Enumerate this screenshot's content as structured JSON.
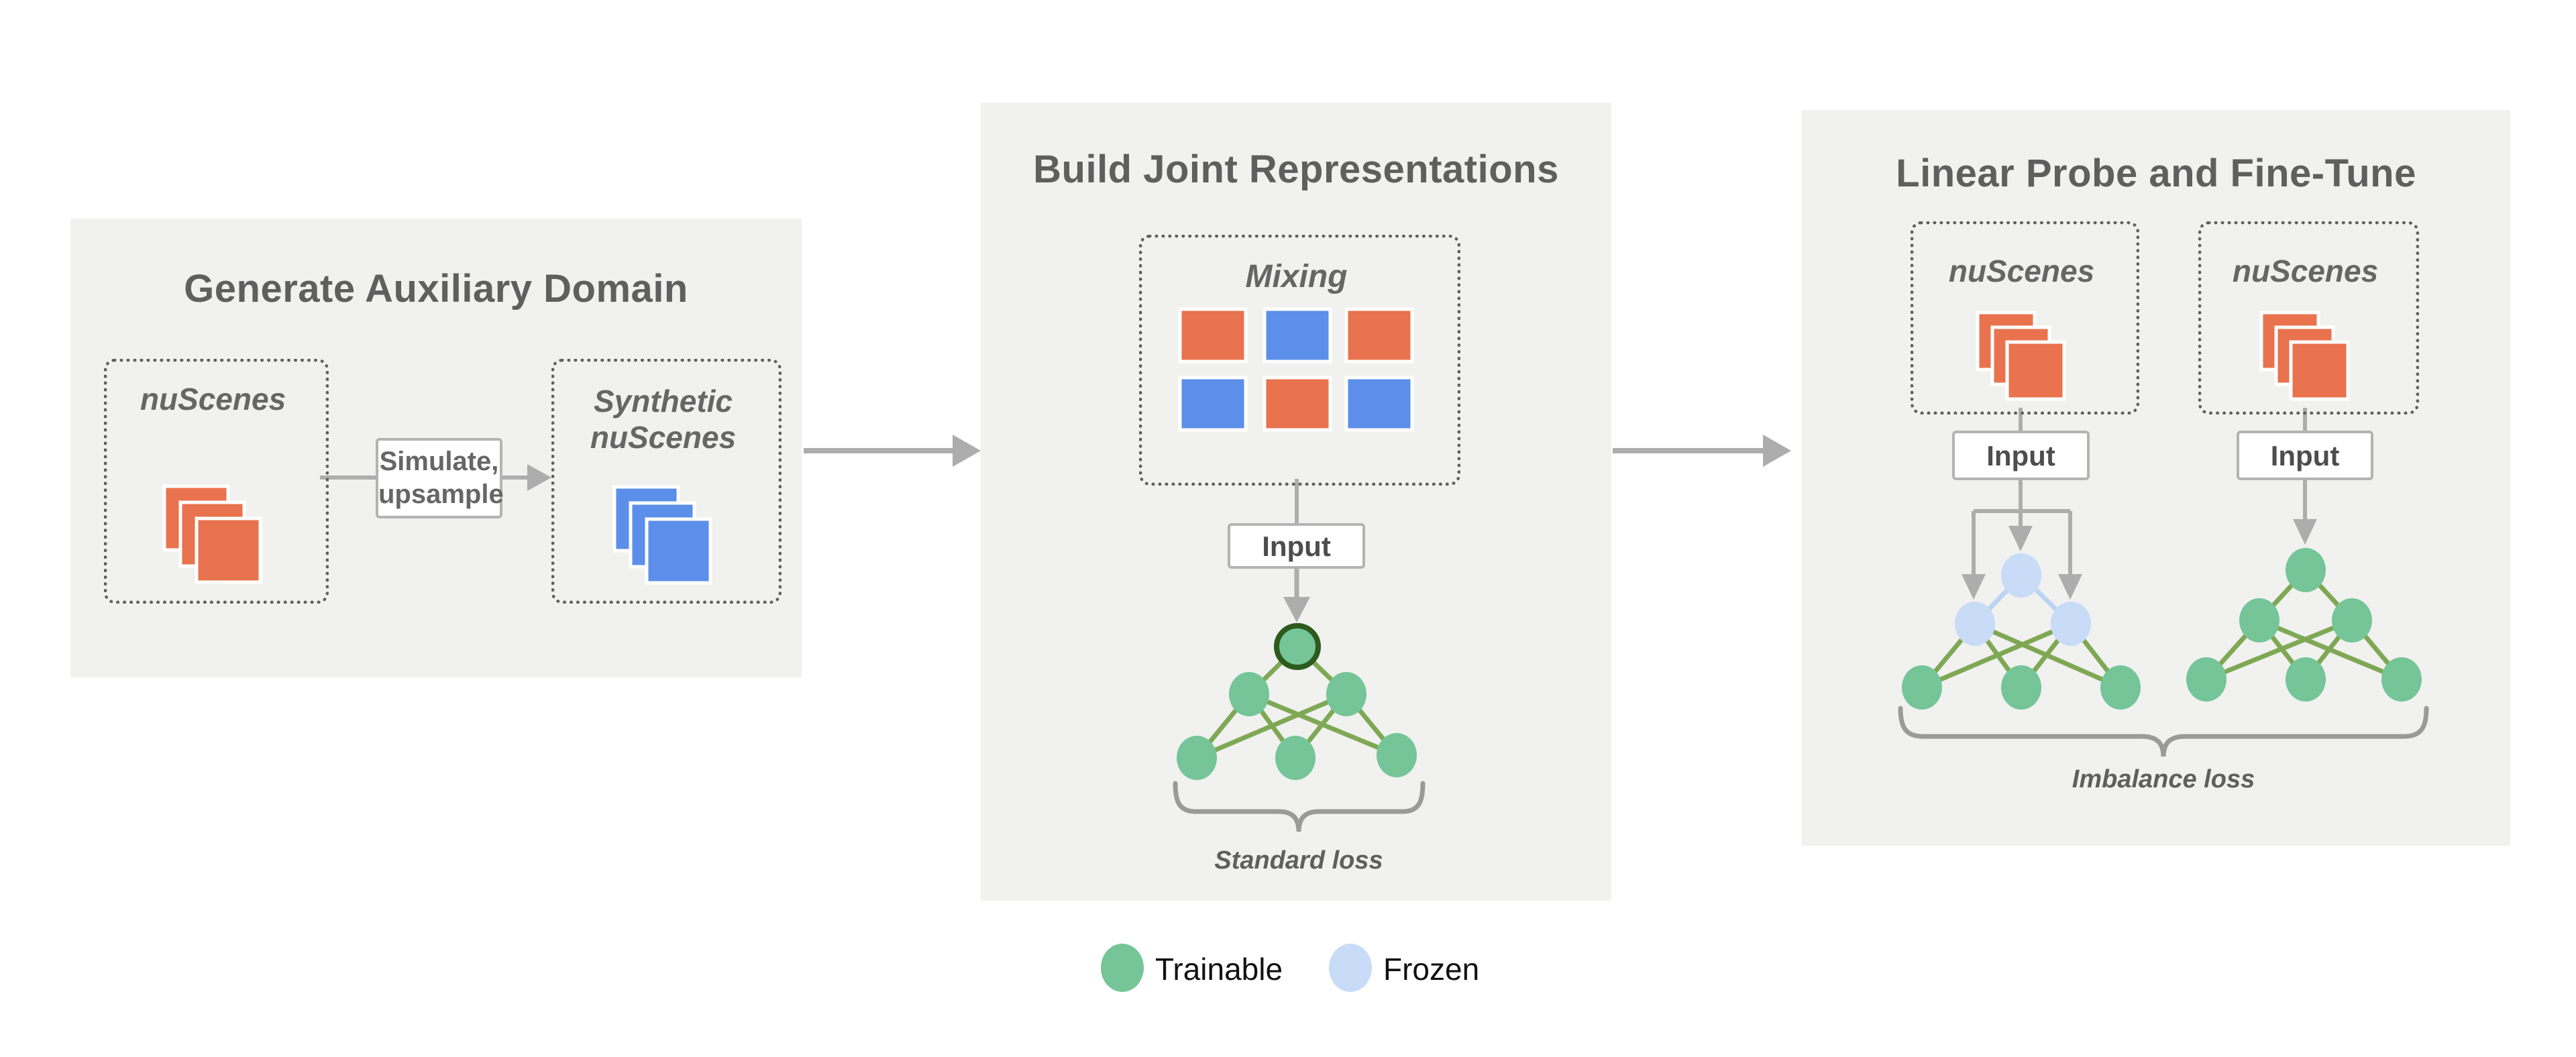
{
  "colors": {
    "orange": "#E8734E",
    "blue": "#5B8FE9",
    "green": "#75C598",
    "ring-green": "#2E5A1E",
    "frozen-blue": "#C8DBF7",
    "edge-green": "#7FA855",
    "edge-frozen": "#BCD4F2",
    "arrow-gray": "#ADADAD",
    "panel-bg": "#F1F1F0",
    "title-gray": "#5F5F5F",
    "label-gray": "#666666",
    "input-gray": "#4D4D4D",
    "brace-gray": "#9A9A9A",
    "text-black": "#111111",
    "box-border": "#B3B3B3",
    "dot-border": "#5F5F5F"
  },
  "panel1": {
    "title": "Generate Auxiliary Domain",
    "source_box": {
      "label": "nuScenes"
    },
    "transform_box": {
      "line1": "Simulate,",
      "line2": "upsample"
    },
    "target_box": {
      "line1": "Synthetic",
      "line2": "nuScenes"
    }
  },
  "panel2": {
    "title": "Build Joint Representations",
    "mixing_box": {
      "label": "Mixing"
    },
    "input_box": {
      "label": "Input"
    },
    "loss_label": "Standard loss"
  },
  "panel3": {
    "title": "Linear Probe and Fine-Tune",
    "left_data_box": {
      "label": "nuScenes"
    },
    "right_data_box": {
      "label": "nuScenes"
    },
    "left_input_box": {
      "label": "Input"
    },
    "right_input_box": {
      "label": "Input"
    },
    "loss_label": "Imbalance loss"
  },
  "legend": {
    "trainable": "Trainable",
    "frozen": "Frozen"
  }
}
